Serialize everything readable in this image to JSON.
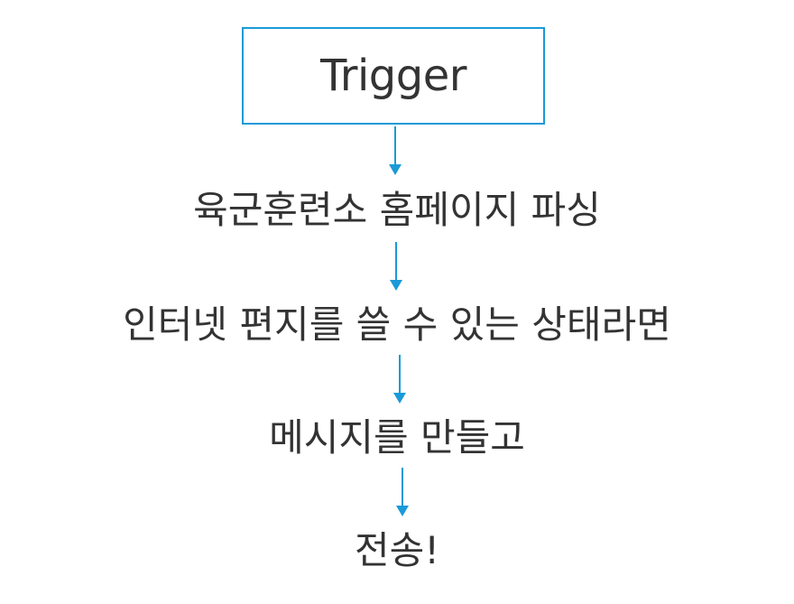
{
  "diagram": {
    "trigger": {
      "label": "Trigger"
    },
    "steps": [
      {
        "label": "육군훈련소 홈페이지 파싱"
      },
      {
        "label": "인터넷 편지를 쓸 수 있는 상태라면"
      },
      {
        "label": "메시지를 만들고"
      },
      {
        "label": "전송!"
      }
    ],
    "colors": {
      "accent": "#1b9ad7",
      "text": "#333333",
      "background": "#ffffff"
    }
  }
}
